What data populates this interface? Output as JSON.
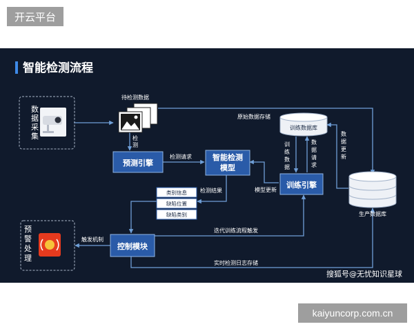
{
  "brand_tag": "开云平台",
  "url_tag": "kaiyuncorp.com.cn",
  "diagram": {
    "title": "智能检测流程",
    "watermark": "搜狐号@无忧知识星球",
    "groups": {
      "data_collection": "数据采集",
      "alert_processing": "预警处理"
    },
    "nodes": {
      "images_label": "待检测数据",
      "prediction_engine": "预测引擎",
      "smart_model_line1": "智能检测",
      "smart_model_line2": "模型",
      "training_engine": "训练引擎",
      "control_module": "控制模块",
      "training_db": "训练数据库",
      "production_db": "生产数据库"
    },
    "result_items": [
      "类别信息",
      "缺陷位置",
      "缺陷类别"
    ],
    "edges": {
      "detect_line1": "检",
      "detect_line2": "测",
      "detect_request": "检测请求",
      "detect_result": "检测结果",
      "model_update": "模型更新",
      "raw_storage": "原始数据存储",
      "iterative_trigger": "迭代训练流程触发",
      "trigger_mechanism": "触发机制",
      "realtime_log": "实时检测日志存储",
      "train_data": [
        "训",
        "练",
        "数",
        "据"
      ],
      "data_request": [
        "数",
        "据",
        "请",
        "求"
      ],
      "data_update": [
        "数",
        "据",
        "更",
        "新"
      ]
    },
    "colors": {
      "background": "#101a2c",
      "node_fill": "#2a5ba8",
      "line": "#6f9fd8",
      "accent": "#3e8ae8",
      "alert": "#e63a1e"
    }
  }
}
